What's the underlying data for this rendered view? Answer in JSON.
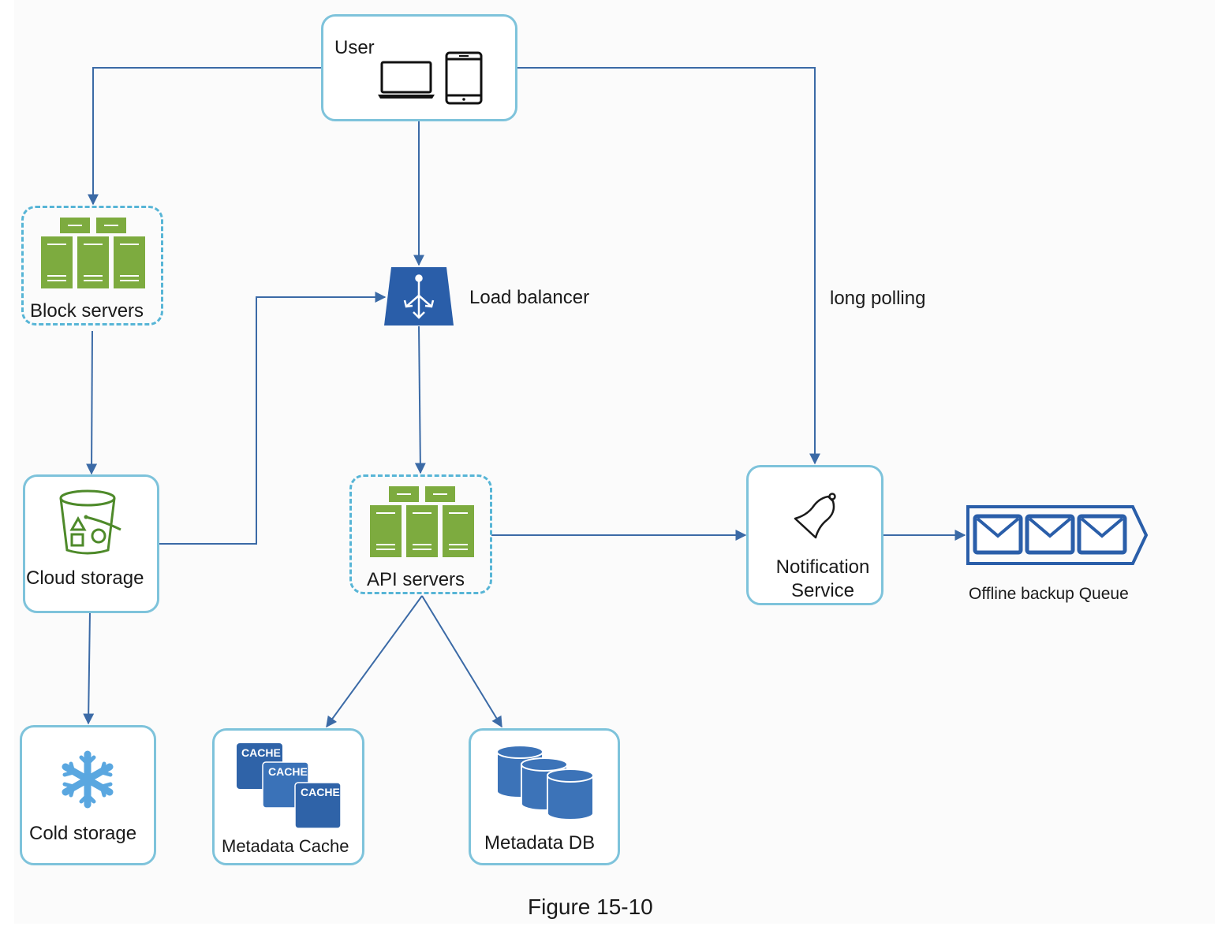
{
  "nodes": {
    "user": "User",
    "block_servers": "Block servers",
    "load_balancer": "Load balancer",
    "cloud_storage": "Cloud storage",
    "api_servers": "API servers",
    "notification_service": [
      "Notification",
      "Service"
    ],
    "offline_queue": "Offline backup Queue",
    "cold_storage": "Cold storage",
    "metadata_cache": "Metadata Cache",
    "metadata_db": "Metadata DB",
    "cache_chips": [
      "CACHE",
      "CACHE",
      "CACHE"
    ]
  },
  "edge_labels": {
    "long_polling": "long polling"
  },
  "edges": [
    {
      "from": "User",
      "to": "Block servers"
    },
    {
      "from": "User",
      "to": "Load balancer"
    },
    {
      "from": "User",
      "to": "Notification Service",
      "label": "long polling"
    },
    {
      "from": "Block servers",
      "to": "Cloud storage"
    },
    {
      "from": "Cloud storage",
      "to": "Load balancer"
    },
    {
      "from": "Cloud storage",
      "to": "Cold storage"
    },
    {
      "from": "Load balancer",
      "to": "API servers"
    },
    {
      "from": "API servers",
      "to": "Notification Service"
    },
    {
      "from": "API servers",
      "to": "Metadata Cache"
    },
    {
      "from": "API servers",
      "to": "Metadata DB"
    },
    {
      "from": "Notification Service",
      "to": "Offline backup Queue"
    }
  ],
  "caption": "Figure 15-10",
  "colors": {
    "edge": "#3b6aa6",
    "node_border": "#7ec3db",
    "server_green": "#7dab3f",
    "storage_blue": "#3c73b8"
  },
  "icons": [
    "laptop-icon",
    "tablet-icon",
    "server-rack-icon",
    "load-balancer-icon",
    "bucket-icon",
    "bell-icon",
    "envelope-queue-icon",
    "snowflake-icon",
    "cache-icon",
    "database-icon"
  ]
}
